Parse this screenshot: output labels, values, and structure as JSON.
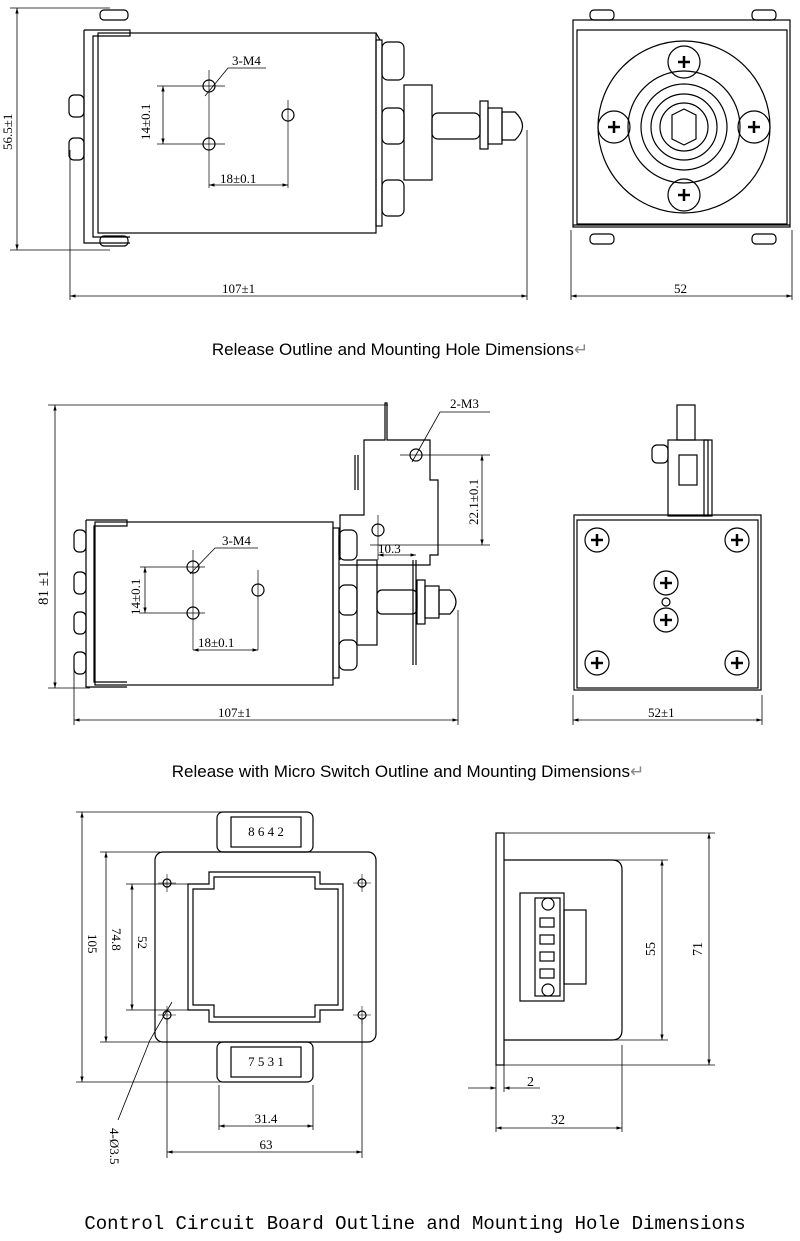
{
  "section1": {
    "caption": "Release Outline and Mounting Hole Dimensions",
    "return_mark": "↵",
    "side_view": {
      "hole_label": "3-M4",
      "dim_vertical_holes": "14±0.1",
      "dim_horizontal_holes": "18±0.1",
      "dim_height": "56.5±1",
      "dim_length": "107±1"
    },
    "front_view": {
      "dim_width": "52"
    }
  },
  "section2": {
    "caption": "Release with Micro Switch Outline and Mounting Dimensions",
    "return_mark": "↵",
    "side_view": {
      "switch_hole_label": "2-M3",
      "dim_switch_vertical": "22.1±0.1",
      "dim_switch_horizontal": "10.3",
      "hole_label": "3-M4",
      "dim_vertical_holes": "14±0.1",
      "dim_horizontal_holes": "18±0.1",
      "dim_height": "81 ±1",
      "dim_length": "107±1"
    },
    "front_view": {
      "dim_width": "52±1"
    }
  },
  "section3": {
    "caption": "Control Circuit Board Outline and Mounting Hole Dimensions",
    "front_view": {
      "connector_top": "8 6 4 2",
      "connector_bottom": "7 5 3 1",
      "dim_total_height": "105",
      "dim_hole_spacing_v": "74.8",
      "dim_inner_height": "52",
      "dim_connector_width": "31.4",
      "dim_hole_spacing_h": "63",
      "hole_label": "4-Ø3.5"
    },
    "side_view": {
      "dim_inner": "55",
      "dim_outer": "71",
      "dim_thickness": "2",
      "dim_depth": "32"
    }
  }
}
